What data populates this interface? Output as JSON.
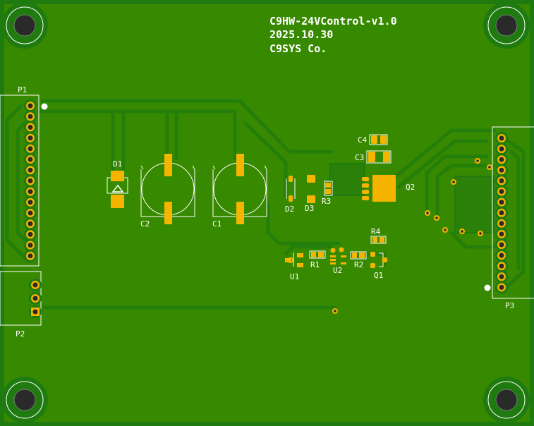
{
  "board": {
    "title_lines": [
      "C9HW-24VControl-v1.0",
      "2025.10.30",
      "C9SYS Co."
    ],
    "colors": {
      "copper_fill": "#378a00",
      "clearance": "#1f7a10",
      "pad": "#f4b400",
      "hole": "#2a2a2a",
      "silkscreen": "#ffffff"
    }
  },
  "connectors": {
    "P1": {
      "label": "P1",
      "pin_count": 15
    },
    "P2": {
      "label": "P2",
      "pin_count": 3
    },
    "P3": {
      "label": "P3",
      "pin_count": 15
    }
  },
  "components": {
    "D1": "D1",
    "C2": "C2",
    "C1": "C1",
    "D2": "D2",
    "D3": "D3",
    "R3": "R3",
    "C4": "C4",
    "C3": "C3",
    "Q2": "Q2",
    "R4": "R4",
    "R1": "R1",
    "R2": "R2",
    "U1": "U1",
    "U2": "U2",
    "Q1": "Q1"
  }
}
